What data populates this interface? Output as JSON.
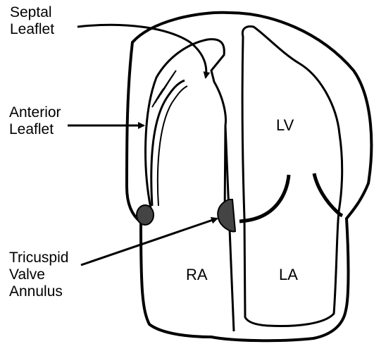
{
  "labels": {
    "septal_leaflet": [
      "Septal",
      "Leaflet"
    ],
    "anterior_leaflet": [
      "Anterior",
      "Leaflet"
    ],
    "tricuspid_valve_annulus": [
      "Tricuspid",
      "Valve",
      "Annulus"
    ]
  },
  "chambers": {
    "lv": "LV",
    "la": "LA",
    "ra": "RA"
  }
}
